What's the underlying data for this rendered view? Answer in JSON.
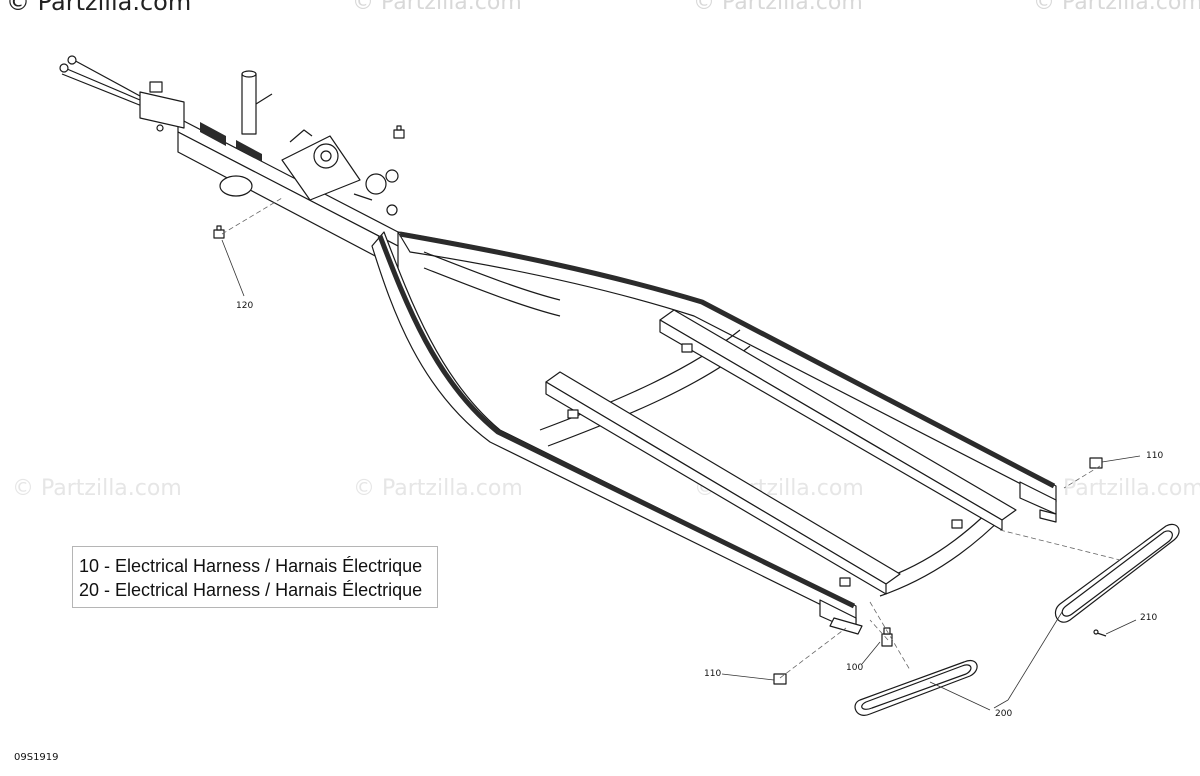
{
  "watermarks": {
    "top": [
      "© Partzilla.com",
      "© Partzilla.com",
      "© Partzilla.com",
      "© Partzilla.com"
    ],
    "middle": [
      "© Partzilla.com",
      "© Partzilla.com",
      "© Partzilla.com",
      "© Partzilla.com"
    ]
  },
  "callouts": [
    "120",
    "110",
    "210",
    "100",
    "110",
    "200"
  ],
  "legend": {
    "lines": [
      "10 - Electrical Harness / Harnais Électrique",
      "20 - Electrical Harness / Harnais Électrique"
    ]
  },
  "figure_id": "09S1919",
  "colors": {
    "line": "#1a1a1a",
    "frame_top": "#2b2b2b",
    "watermark": "#e6e6e6"
  }
}
